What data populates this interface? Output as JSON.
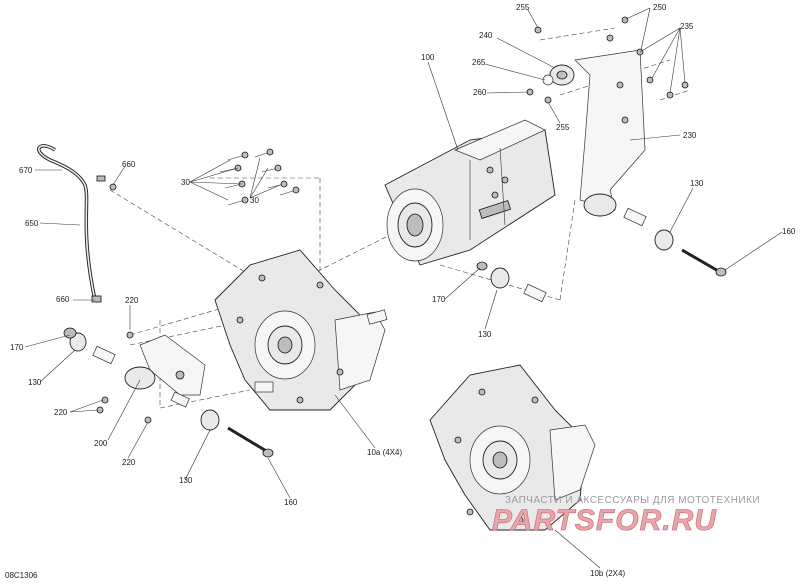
{
  "figure_id": "08C1306",
  "callouts": {
    "c255a": "255",
    "c250": "250",
    "c240": "240",
    "c235": "235",
    "c100": "100",
    "c265": "265",
    "c260": "260",
    "c255b": "255",
    "c230": "230",
    "c660a": "660",
    "c670": "670",
    "c30a": "30",
    "c30b": "30",
    "c650": "650",
    "c130a": "130",
    "c160a": "160",
    "c170a": "170",
    "c130b": "130",
    "c660b": "660",
    "c220a": "220",
    "c170b": "170",
    "c130c": "130",
    "c220b": "220",
    "c200": "200",
    "c220c": "220",
    "c130d": "130",
    "c160b": "160",
    "c10a": "10a (4X4)",
    "c10b": "10b (2X4)"
  },
  "watermark": {
    "tagline": "ЗАПЧАСТИ И АКСЕССУАРЫ ДЛЯ МОТОТЕХНИКИ",
    "logo": "PARTSFOR.RU"
  }
}
